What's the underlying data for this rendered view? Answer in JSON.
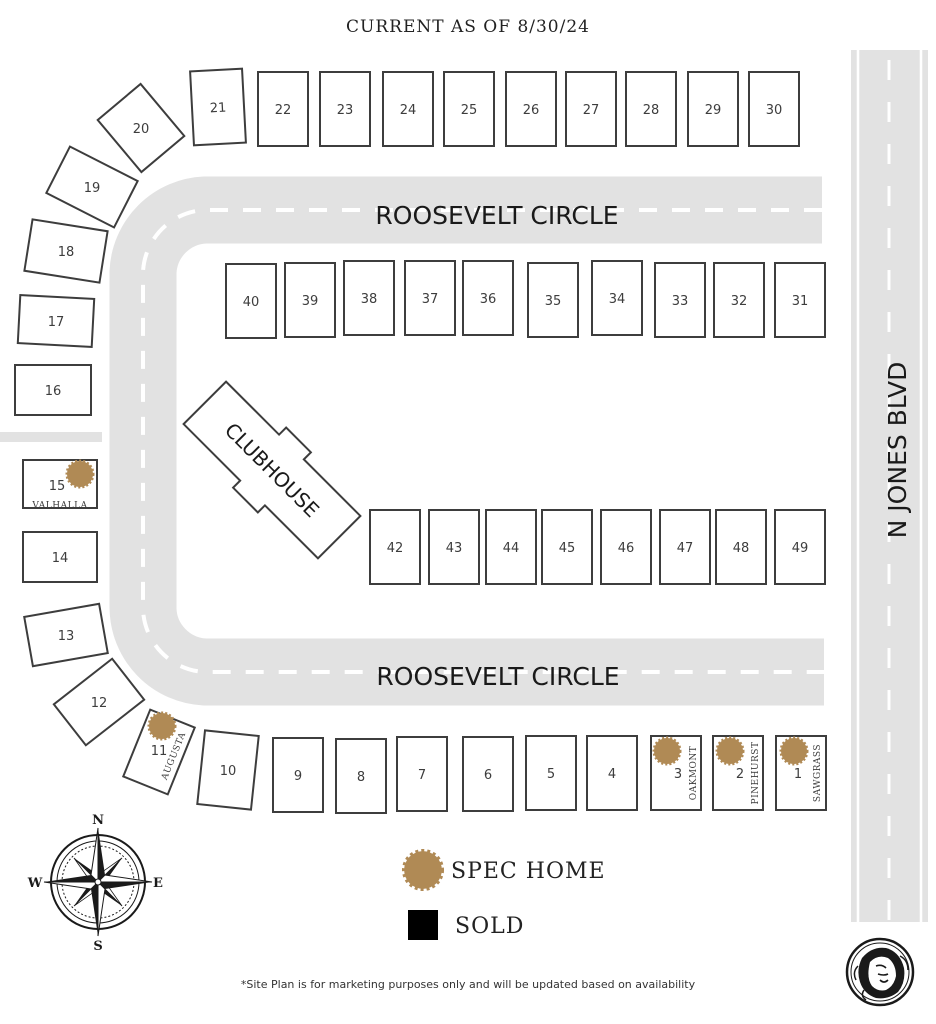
{
  "header": {
    "current_as_of": "CURRENT AS OF 8/30/24"
  },
  "streets": {
    "roosevelt_top": "ROOSEVELT CIRCLE",
    "roosevelt_bottom": "ROOSEVELT CIRCLE",
    "n_jones": "N JONES BLVD"
  },
  "clubhouse": "CLUBHOUSE",
  "lots": {
    "l1": "1",
    "l2": "2",
    "l3": "3",
    "l4": "4",
    "l5": "5",
    "l6": "6",
    "l7": "7",
    "l8": "8",
    "l9": "9",
    "l10": "10",
    "l11": "11",
    "l12": "12",
    "l13": "13",
    "l14": "14",
    "l15": "15",
    "l16": "16",
    "l17": "17",
    "l18": "18",
    "l19": "19",
    "l20": "20",
    "l21": "21",
    "l22": "22",
    "l23": "23",
    "l24": "24",
    "l25": "25",
    "l26": "26",
    "l27": "27",
    "l28": "28",
    "l29": "29",
    "l30": "30",
    "l31": "31",
    "l32": "32",
    "l33": "33",
    "l34": "34",
    "l35": "35",
    "l36": "36",
    "l37": "37",
    "l38": "38",
    "l39": "39",
    "l40": "40",
    "l42": "42",
    "l43": "43",
    "l44": "44",
    "l45": "45",
    "l46": "46",
    "l47": "47",
    "l48": "48",
    "l49": "49"
  },
  "spec_models": {
    "lot1": "SAWGRASS",
    "lot2": "PINEHURST",
    "lot3": "OAKMONT",
    "lot11": "AUGUSTA",
    "lot15": "VALHALLA"
  },
  "legend": {
    "spec_home": "SPEC HOME",
    "sold": "SOLD"
  },
  "compass": {
    "n": "N",
    "s": "S",
    "e": "E",
    "w": "W"
  },
  "footer": "*Site Plan is for marketing purposes only and will be updated based on availability",
  "colors": {
    "spec_badge": "#b08a55",
    "road": "#e2e2e2",
    "lot_outline": "#3d3d3d",
    "sold": "#000000"
  },
  "icons": [
    "compass-rose-icon",
    "lion-logo-icon",
    "spec-home-badge-icon",
    "sold-square-icon"
  ]
}
